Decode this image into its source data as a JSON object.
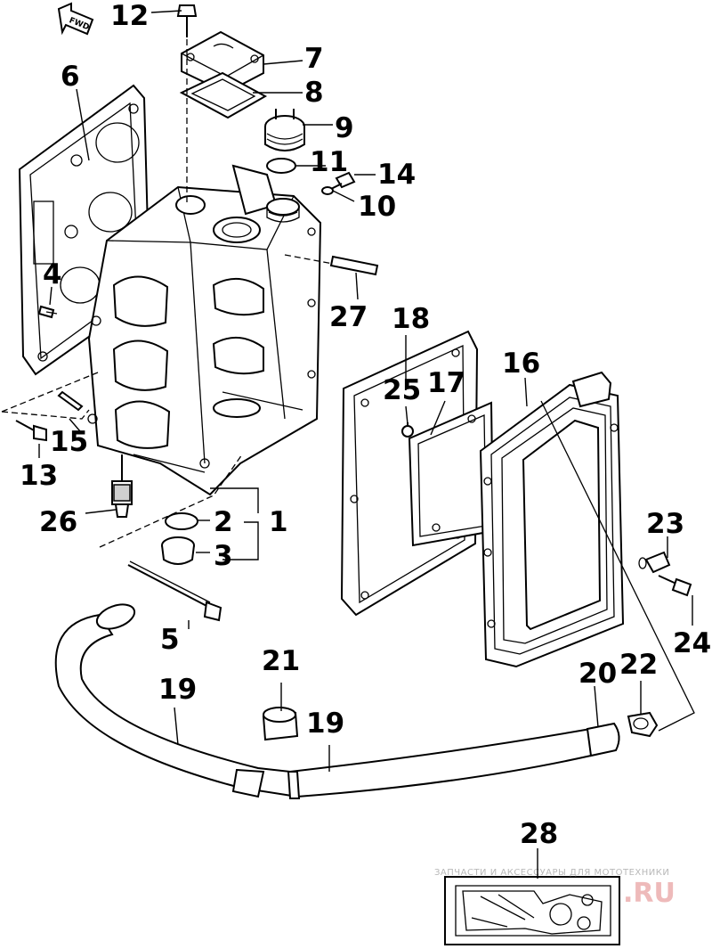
{
  "forward_mark": "FWD",
  "callouts": [
    {
      "id": "c12",
      "text": "12"
    },
    {
      "id": "c7",
      "text": "7"
    },
    {
      "id": "c6",
      "text": "6"
    },
    {
      "id": "c8",
      "text": "8"
    },
    {
      "id": "c9",
      "text": "9"
    },
    {
      "id": "c11",
      "text": "11"
    },
    {
      "id": "c14",
      "text": "14"
    },
    {
      "id": "c10",
      "text": "10"
    },
    {
      "id": "c4",
      "text": "4"
    },
    {
      "id": "c27",
      "text": "27"
    },
    {
      "id": "c18",
      "text": "18"
    },
    {
      "id": "c16",
      "text": "16"
    },
    {
      "id": "c25",
      "text": "25"
    },
    {
      "id": "c17",
      "text": "17"
    },
    {
      "id": "c15",
      "text": "15"
    },
    {
      "id": "c13",
      "text": "13"
    },
    {
      "id": "c26",
      "text": "26"
    },
    {
      "id": "c2",
      "text": "2"
    },
    {
      "id": "c1",
      "text": "1"
    },
    {
      "id": "c3",
      "text": "3"
    },
    {
      "id": "c23",
      "text": "23"
    },
    {
      "id": "c5",
      "text": "5"
    },
    {
      "id": "c24",
      "text": "24"
    },
    {
      "id": "c21",
      "text": "21"
    },
    {
      "id": "c19a",
      "text": "19"
    },
    {
      "id": "c20",
      "text": "20"
    },
    {
      "id": "c22",
      "text": "22"
    },
    {
      "id": "c19b",
      "text": "19"
    },
    {
      "id": "c28",
      "text": "28"
    }
  ],
  "watermark": {
    "small": "ЗАПЧАСТИ И АКСЕССУАРЫ ДЛЯ МОТОТЕХНИКИ",
    "large": ".RU"
  }
}
